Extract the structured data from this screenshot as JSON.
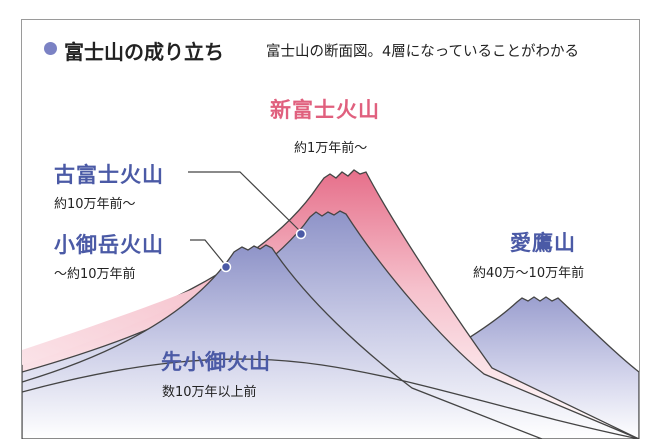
{
  "header": {
    "title": "富士山の成り立ち",
    "subtitle": "富士山の断面図。4層になっていることがわかる"
  },
  "labels": {
    "shin_fuji": {
      "name": "新富士火山",
      "age": "約1万年前〜"
    },
    "ko_fuji": {
      "name": "古富士火山",
      "age": "約10万年前〜"
    },
    "komitake": {
      "name": "小御岳火山",
      "age": "〜約10万年前"
    },
    "ashitaka": {
      "name": "愛鷹山",
      "age": "約40万〜10万年前"
    },
    "sen_komitake": {
      "name": "先小御火山",
      "age": "数10万年以上前"
    }
  },
  "colors": {
    "accent_blue": "#4b5aa6",
    "accent_pink": "#e0607e",
    "dot": "#7b82c4"
  }
}
